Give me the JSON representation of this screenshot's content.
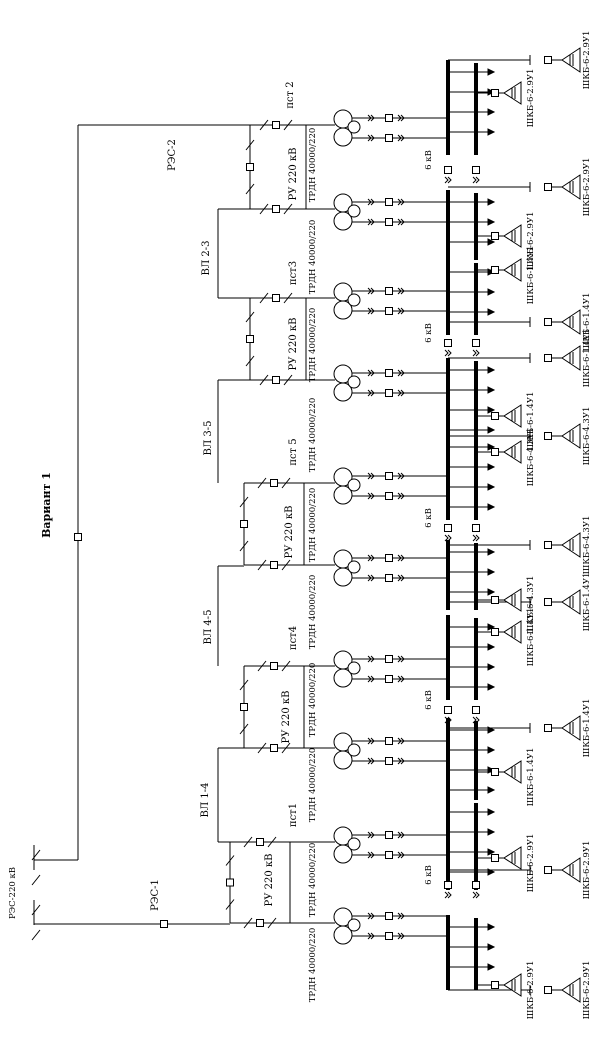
{
  "title": "Вариант 1",
  "source_label": "РЭС-220 кВ",
  "line_labels": [
    "РЭС-1",
    "РЭС-2",
    "ВЛ 1-4",
    "ВЛ 4-5",
    "ВЛ 3-5",
    "ВЛ 2-3"
  ],
  "switchgear_label": "РУ 220 кВ",
  "transformer_label": "ТРДН 40000/220",
  "bus_voltage_label": "6 кВ",
  "substations": [
    "пст1",
    "пст4",
    "пст 5",
    "пст3",
    "пст 2"
  ],
  "capacitor_banks": {
    "s1": "ШКБ-6-2.9У1",
    "s4": "ШКБ-6-1.4У1",
    "s5": "ШКБ-6-4.3У1",
    "s3": "ШКБ-6-1.4У1",
    "s2": "ШКБ-6-2.9У1"
  }
}
